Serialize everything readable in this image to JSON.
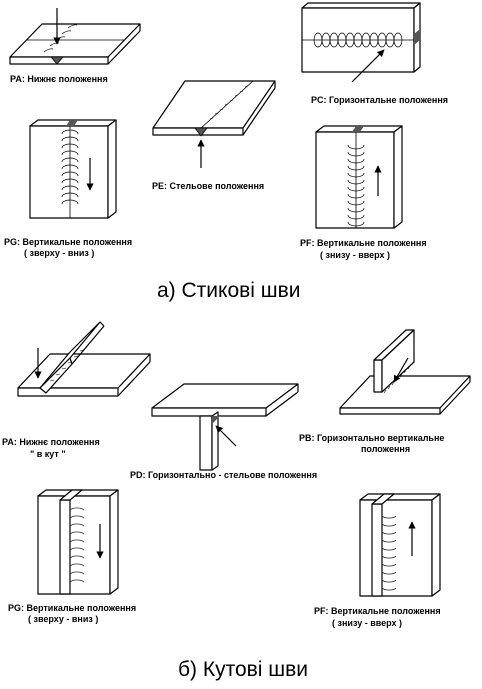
{
  "sections": {
    "butt": {
      "heading": "а) Стикові шви",
      "positions": {
        "pa": "PA: Нижнє положення",
        "pc": "PC: Горизонтальне положення",
        "pe": "PE: Стельове положення",
        "pg_line1": "PG: Вертикальне положення",
        "pg_line2": "( зверху -  вниз )",
        "pf_line1": "PF: Вертикальне положення",
        "pf_line2": "( знизу - вверх )"
      }
    },
    "fillet": {
      "heading": "б) Кутові шви",
      "positions": {
        "pa_line1": "PA: Нижнє положення",
        "pa_line2": "\" в кут \"",
        "pb_line1": "PB: Горизонтально  вертикальне",
        "pb_line2": "положення",
        "pd": "PD: Горизонтально - стельове положення",
        "pg_line1": "PG: Вертикальне положення",
        "pg_line2": "( зверху - вниз )",
        "pf_line1": "PF: Вертикальне положення",
        "pf_line2": "( знизу - вверх )"
      }
    }
  }
}
